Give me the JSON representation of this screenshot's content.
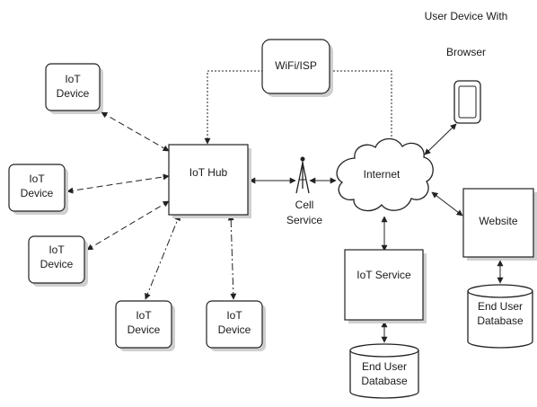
{
  "nodes": {
    "wifi_isp": "WiFi/ISP",
    "user_device_line1": "User Device With",
    "user_device_line2": "Browser",
    "iot_device_1": [
      "IoT",
      "Device"
    ],
    "iot_device_2": [
      "IoT",
      "Device"
    ],
    "iot_device_3": [
      "IoT",
      "Device"
    ],
    "iot_device_4": [
      "IoT",
      "Device"
    ],
    "iot_device_5": [
      "IoT",
      "Device"
    ],
    "iot_hub": "IoT Hub",
    "cell_service": [
      "Cell",
      "Service"
    ],
    "internet": "Internet",
    "website": "Website",
    "iot_service": "IoT Service",
    "db_1": [
      "End User",
      "Database"
    ],
    "db_2": [
      "End User",
      "Database"
    ]
  },
  "colors": {
    "stroke": "#222222",
    "box_shadow": "#cfcfcf",
    "background": "#ffffff"
  }
}
